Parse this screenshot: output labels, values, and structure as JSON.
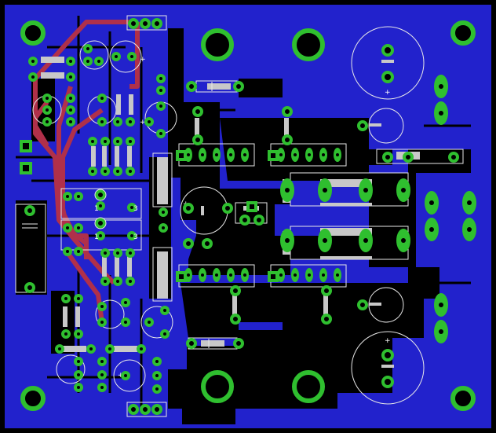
{
  "board": {
    "colors": {
      "background": "#000000",
      "copper_bottom": "#2222cc",
      "trace_top": "#b0304a",
      "pad": "#2fbf2f",
      "silkscreen": "#e8e8e8",
      "hole": "#000000",
      "gray_part": "#c8c8c8"
    }
  },
  "labels": {
    "trimmer_1_mark": "1",
    "trimmer_1_num": "3",
    "trimmer_2_mark": "1",
    "trimmer_2_num": "3",
    "cap_plus_1": "+",
    "cap_plus_2": "+",
    "cap_plus_3": "+",
    "cap_plus_4": "+",
    "cap_plus_5": "+",
    "cap_plus_6": "+"
  }
}
